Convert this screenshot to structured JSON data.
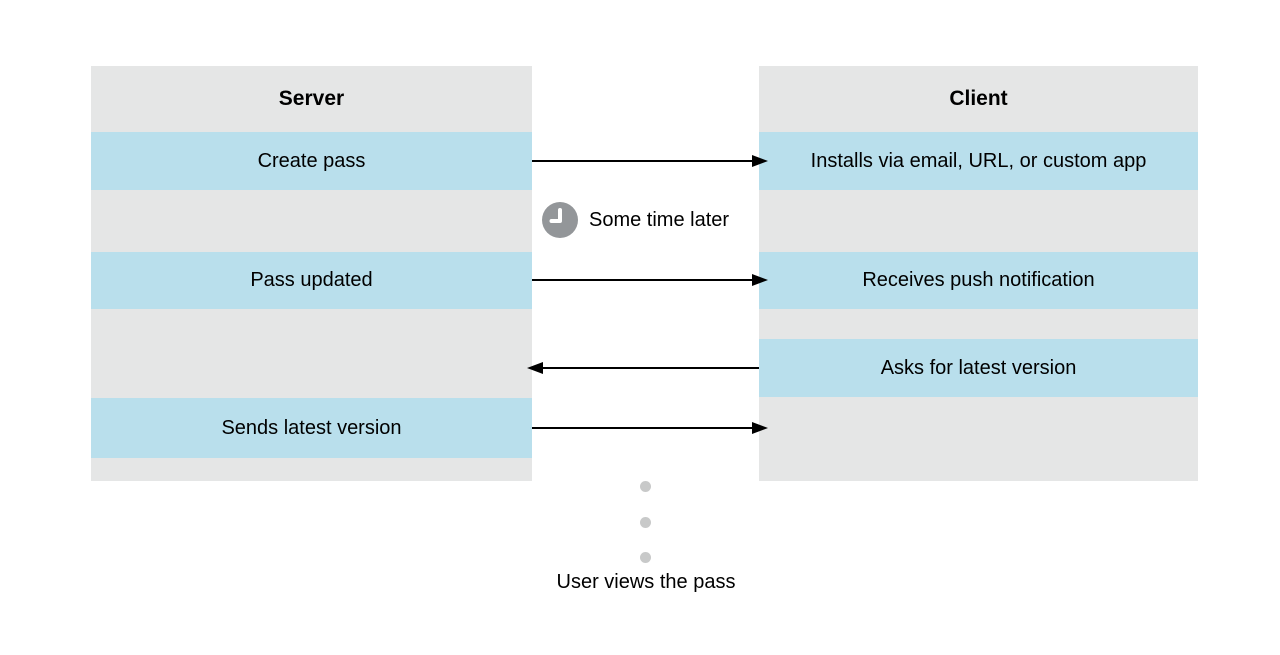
{
  "server": {
    "title": "Server",
    "rows": [
      {
        "label": "Create pass"
      },
      {
        "label": "Pass updated"
      },
      {
        "label": "Sends latest version"
      }
    ]
  },
  "client": {
    "title": "Client",
    "rows": [
      {
        "label": "Installs via email, URL, or custom app"
      },
      {
        "label": "Receives push notification"
      },
      {
        "label": "Asks for latest version"
      }
    ]
  },
  "annotations": {
    "some_time_later": "Some time later",
    "user_views": "User views the pass"
  },
  "arrows": [
    {
      "from": "Create pass",
      "to": "Installs via email, URL, or custom app",
      "direction": "right"
    },
    {
      "from": "Pass updated",
      "to": "Receives push notification",
      "direction": "right"
    },
    {
      "from": "Asks for latest version",
      "to": "Server",
      "direction": "left"
    },
    {
      "from": "Sends latest version",
      "to": "Client",
      "direction": "right"
    }
  ],
  "ellipsis_dot_count": 3,
  "icons": {
    "clock": "clock-icon"
  },
  "colors": {
    "row_gray": "#e5e6e6",
    "row_blue": "#b9dfec",
    "clock_gray": "#939699",
    "dot_gray": "#c8c9c9",
    "line_black": "#000000",
    "text_black": "#000000"
  }
}
